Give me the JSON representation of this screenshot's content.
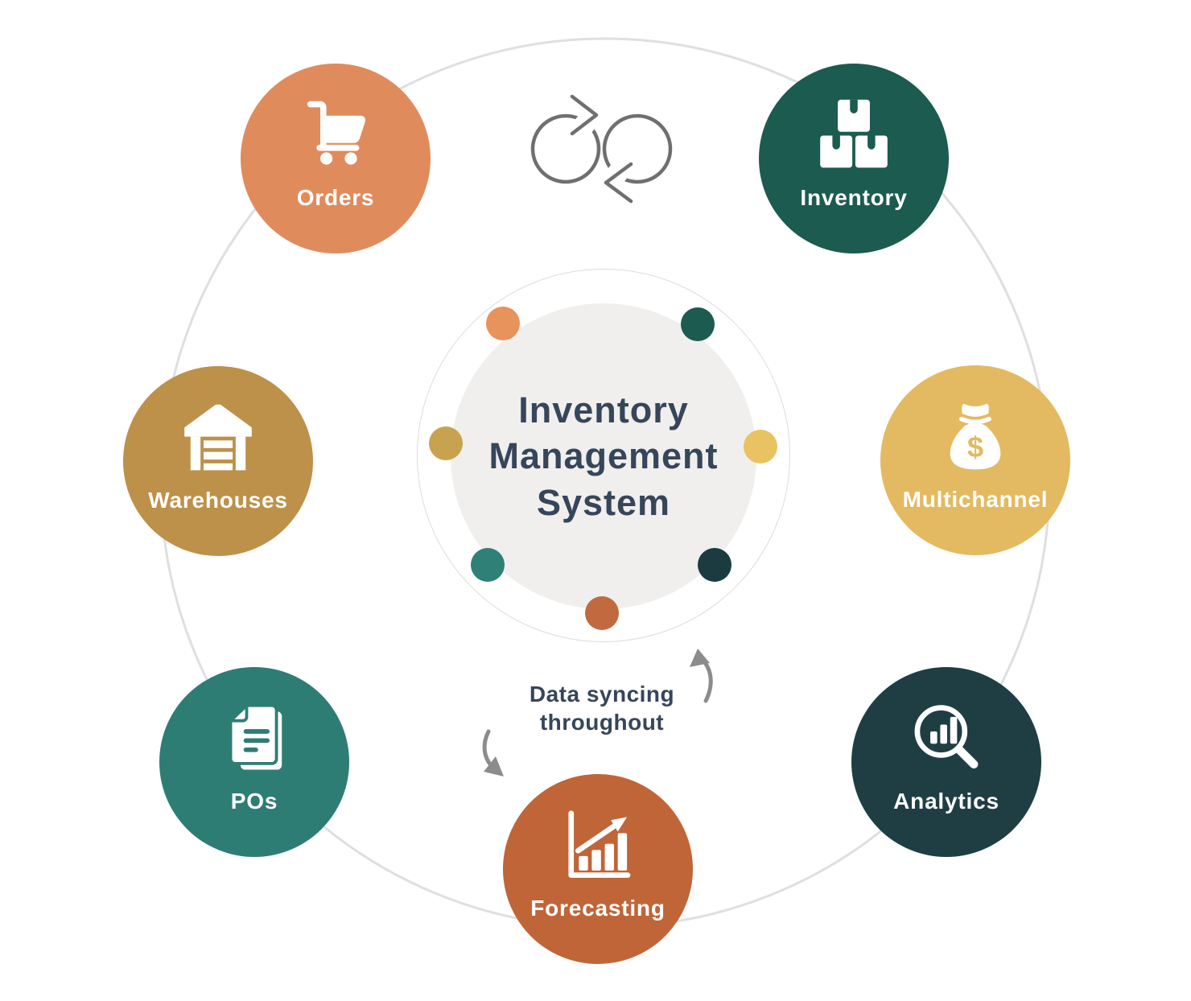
{
  "center": {
    "title": "Inventory Management System",
    "title_color": "#36465a",
    "disc_color": "#f0efed"
  },
  "annotation": {
    "label": "Data syncing throughout",
    "color": "#36465a"
  },
  "nodes": [
    {
      "id": "orders",
      "label": "Orders",
      "color": "#e08b5c",
      "dot_color": "#e8925c",
      "icon": "shopping-cart-icon"
    },
    {
      "id": "inventory",
      "label": "Inventory",
      "color": "#1c5b4f",
      "dot_color": "#1c5b4f",
      "icon": "stacked-boxes-icon"
    },
    {
      "id": "warehouses",
      "label": "Warehouses",
      "color": "#bd9149",
      "dot_color": "#c9a24f",
      "icon": "warehouse-icon"
    },
    {
      "id": "multichannel",
      "label": "Multichannel",
      "color": "#e3ba61",
      "dot_color": "#e9c262",
      "icon": "money-bag-icon",
      "symbol": "$"
    },
    {
      "id": "pos",
      "label": "POs",
      "color": "#2e7d75",
      "dot_color": "#2f8076",
      "icon": "documents-icon"
    },
    {
      "id": "analytics",
      "label": "Analytics",
      "color": "#1f3e44",
      "dot_color": "#1c3b41",
      "icon": "magnifier-chart-icon"
    },
    {
      "id": "forecasting",
      "label": "Forecasting",
      "color": "#c06538",
      "dot_color": "#c26a3f",
      "icon": "bar-chart-arrow-icon"
    }
  ],
  "decor": {
    "ring_color": "#dfdfdf",
    "sync_icon_color": "#6f6f6f",
    "arrow_color": "#8c8c8c"
  }
}
